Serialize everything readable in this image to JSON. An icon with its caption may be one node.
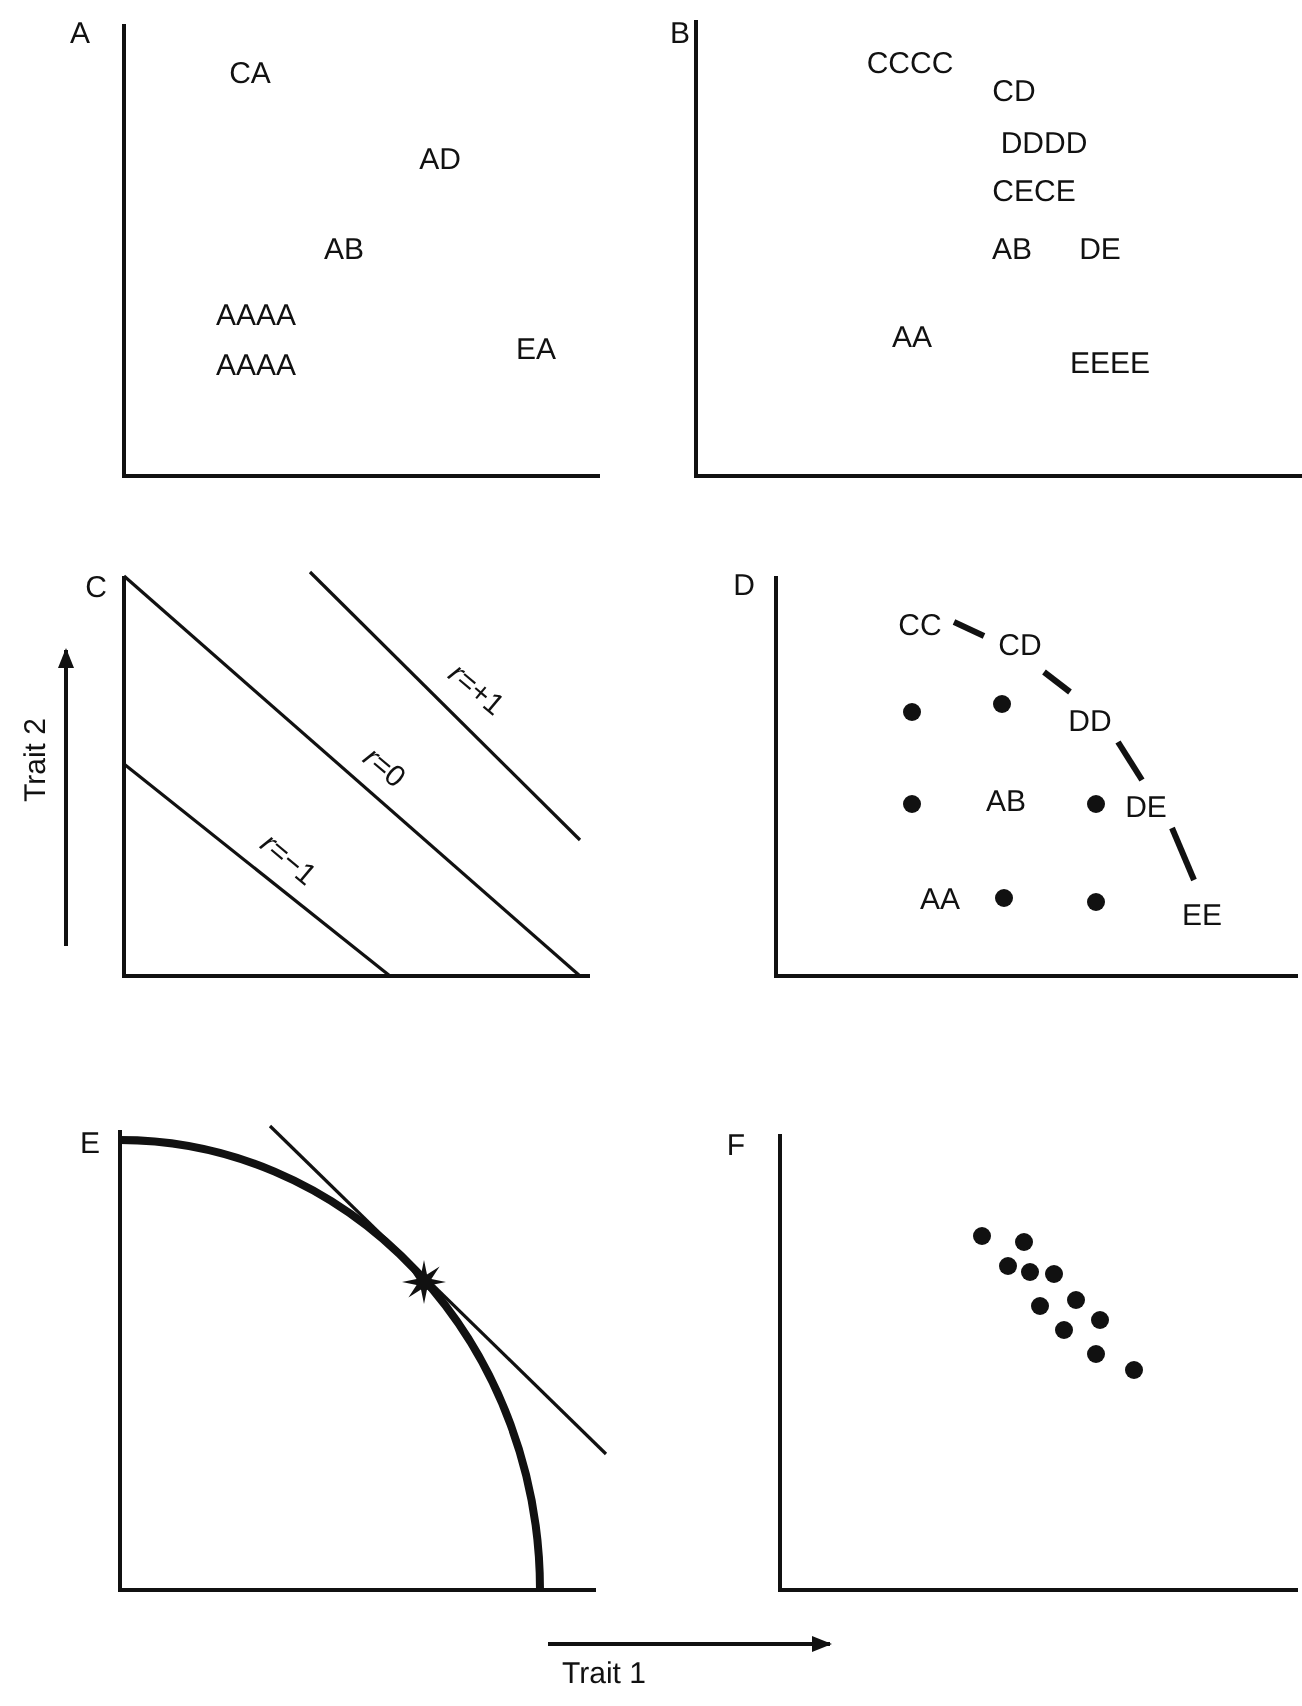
{
  "diagram": {
    "labels": [
      "A",
      "CA",
      "AD",
      "AB",
      "AAAA",
      "AAAA",
      "EA",
      "B",
      "CCCC",
      "CD",
      "DDDD",
      "CECE",
      "AB",
      "DE",
      "AA",
      "EEEE",
      "C",
      "Trait 2",
      "*r*=+1",
      "*r*=0",
      "*r*=−1",
      "D",
      "CC",
      "CD",
      "DD",
      "DE",
      "AB",
      "AA",
      "EE",
      "E",
      "F",
      "Trait 1"
    ]
  }
}
